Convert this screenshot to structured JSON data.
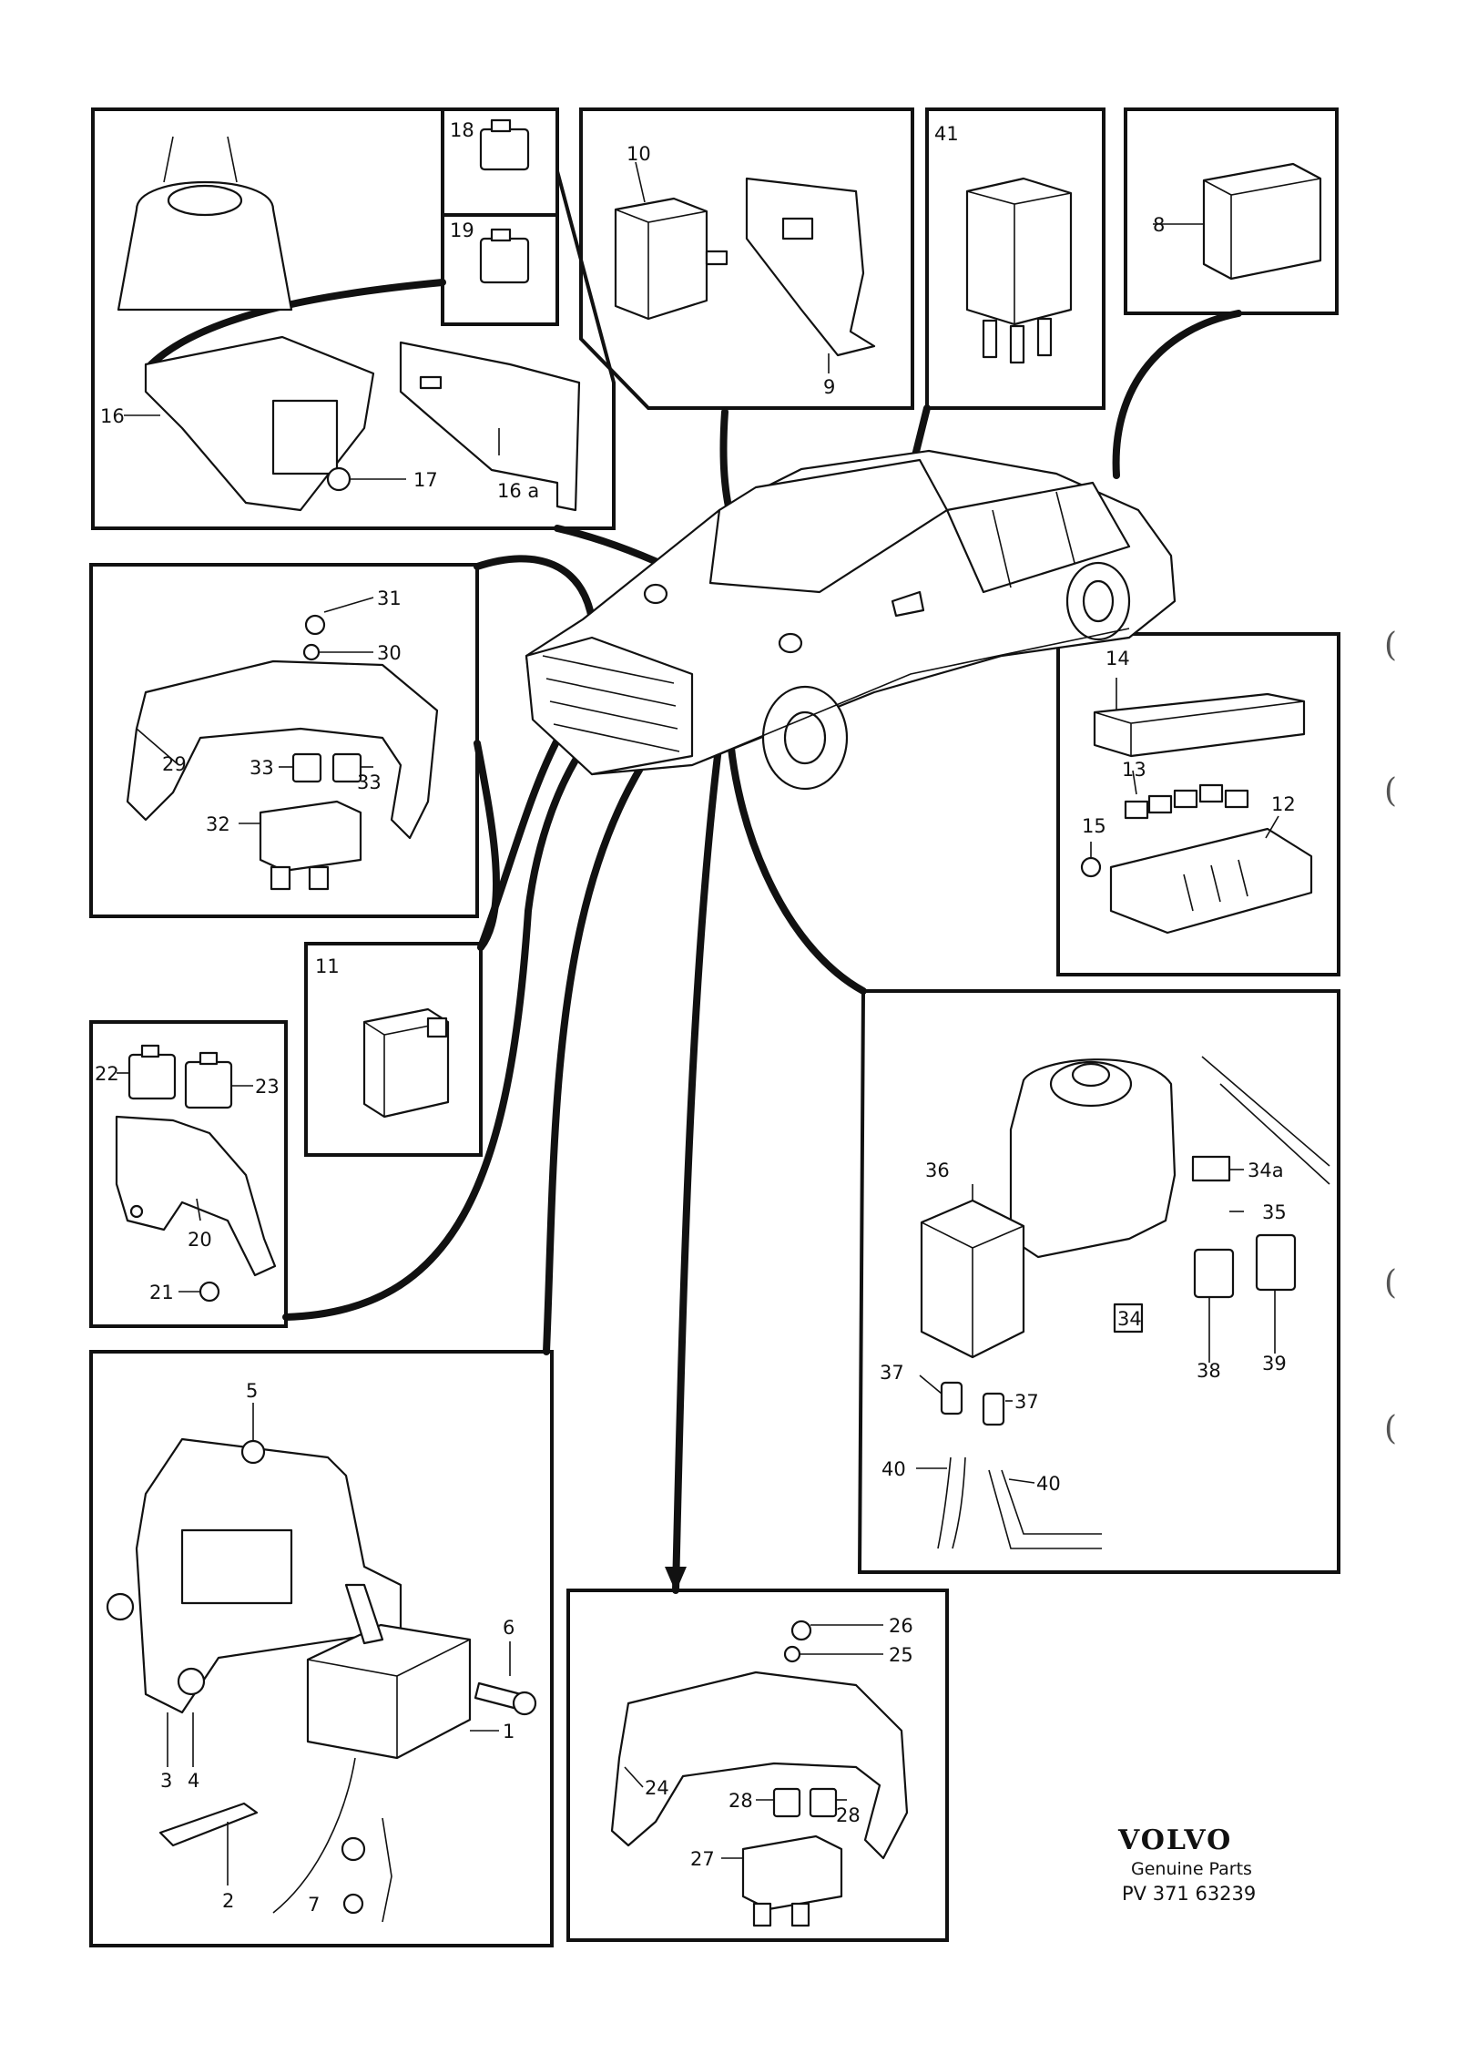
{
  "brand": {
    "logo": "VOLVO",
    "subtitle": "Genuine Parts",
    "code": "PV 371 63239"
  },
  "callouts": {
    "c1": "1",
    "c2": "2",
    "c3": "3",
    "c4": "4",
    "c5": "5",
    "c6": "6",
    "c7": "7",
    "c8": "8",
    "c9": "9",
    "c10": "10",
    "c11": "11",
    "c12": "12",
    "c13": "13",
    "c14": "14",
    "c15": "15",
    "c16": "16",
    "c16a": "16 a",
    "c17": "17",
    "c18": "18",
    "c19": "19",
    "c20": "20",
    "c21": "21",
    "c22": "22",
    "c23": "23",
    "c24": "24",
    "c25": "25",
    "c26": "26",
    "c27": "27",
    "c28a": "28",
    "c28b": "28",
    "c29": "29",
    "c30": "30",
    "c31": "31",
    "c32": "32",
    "c33a": "33",
    "c33b": "33",
    "c34": "34",
    "c34a": "34a",
    "c35": "35",
    "c36": "36",
    "c37a": "37",
    "c37b": "37",
    "c38": "38",
    "c39": "39",
    "c40a": "40",
    "c40b": "40",
    "c41": "41"
  },
  "margin_marks": [
    "(",
    "(",
    "(",
    "("
  ]
}
